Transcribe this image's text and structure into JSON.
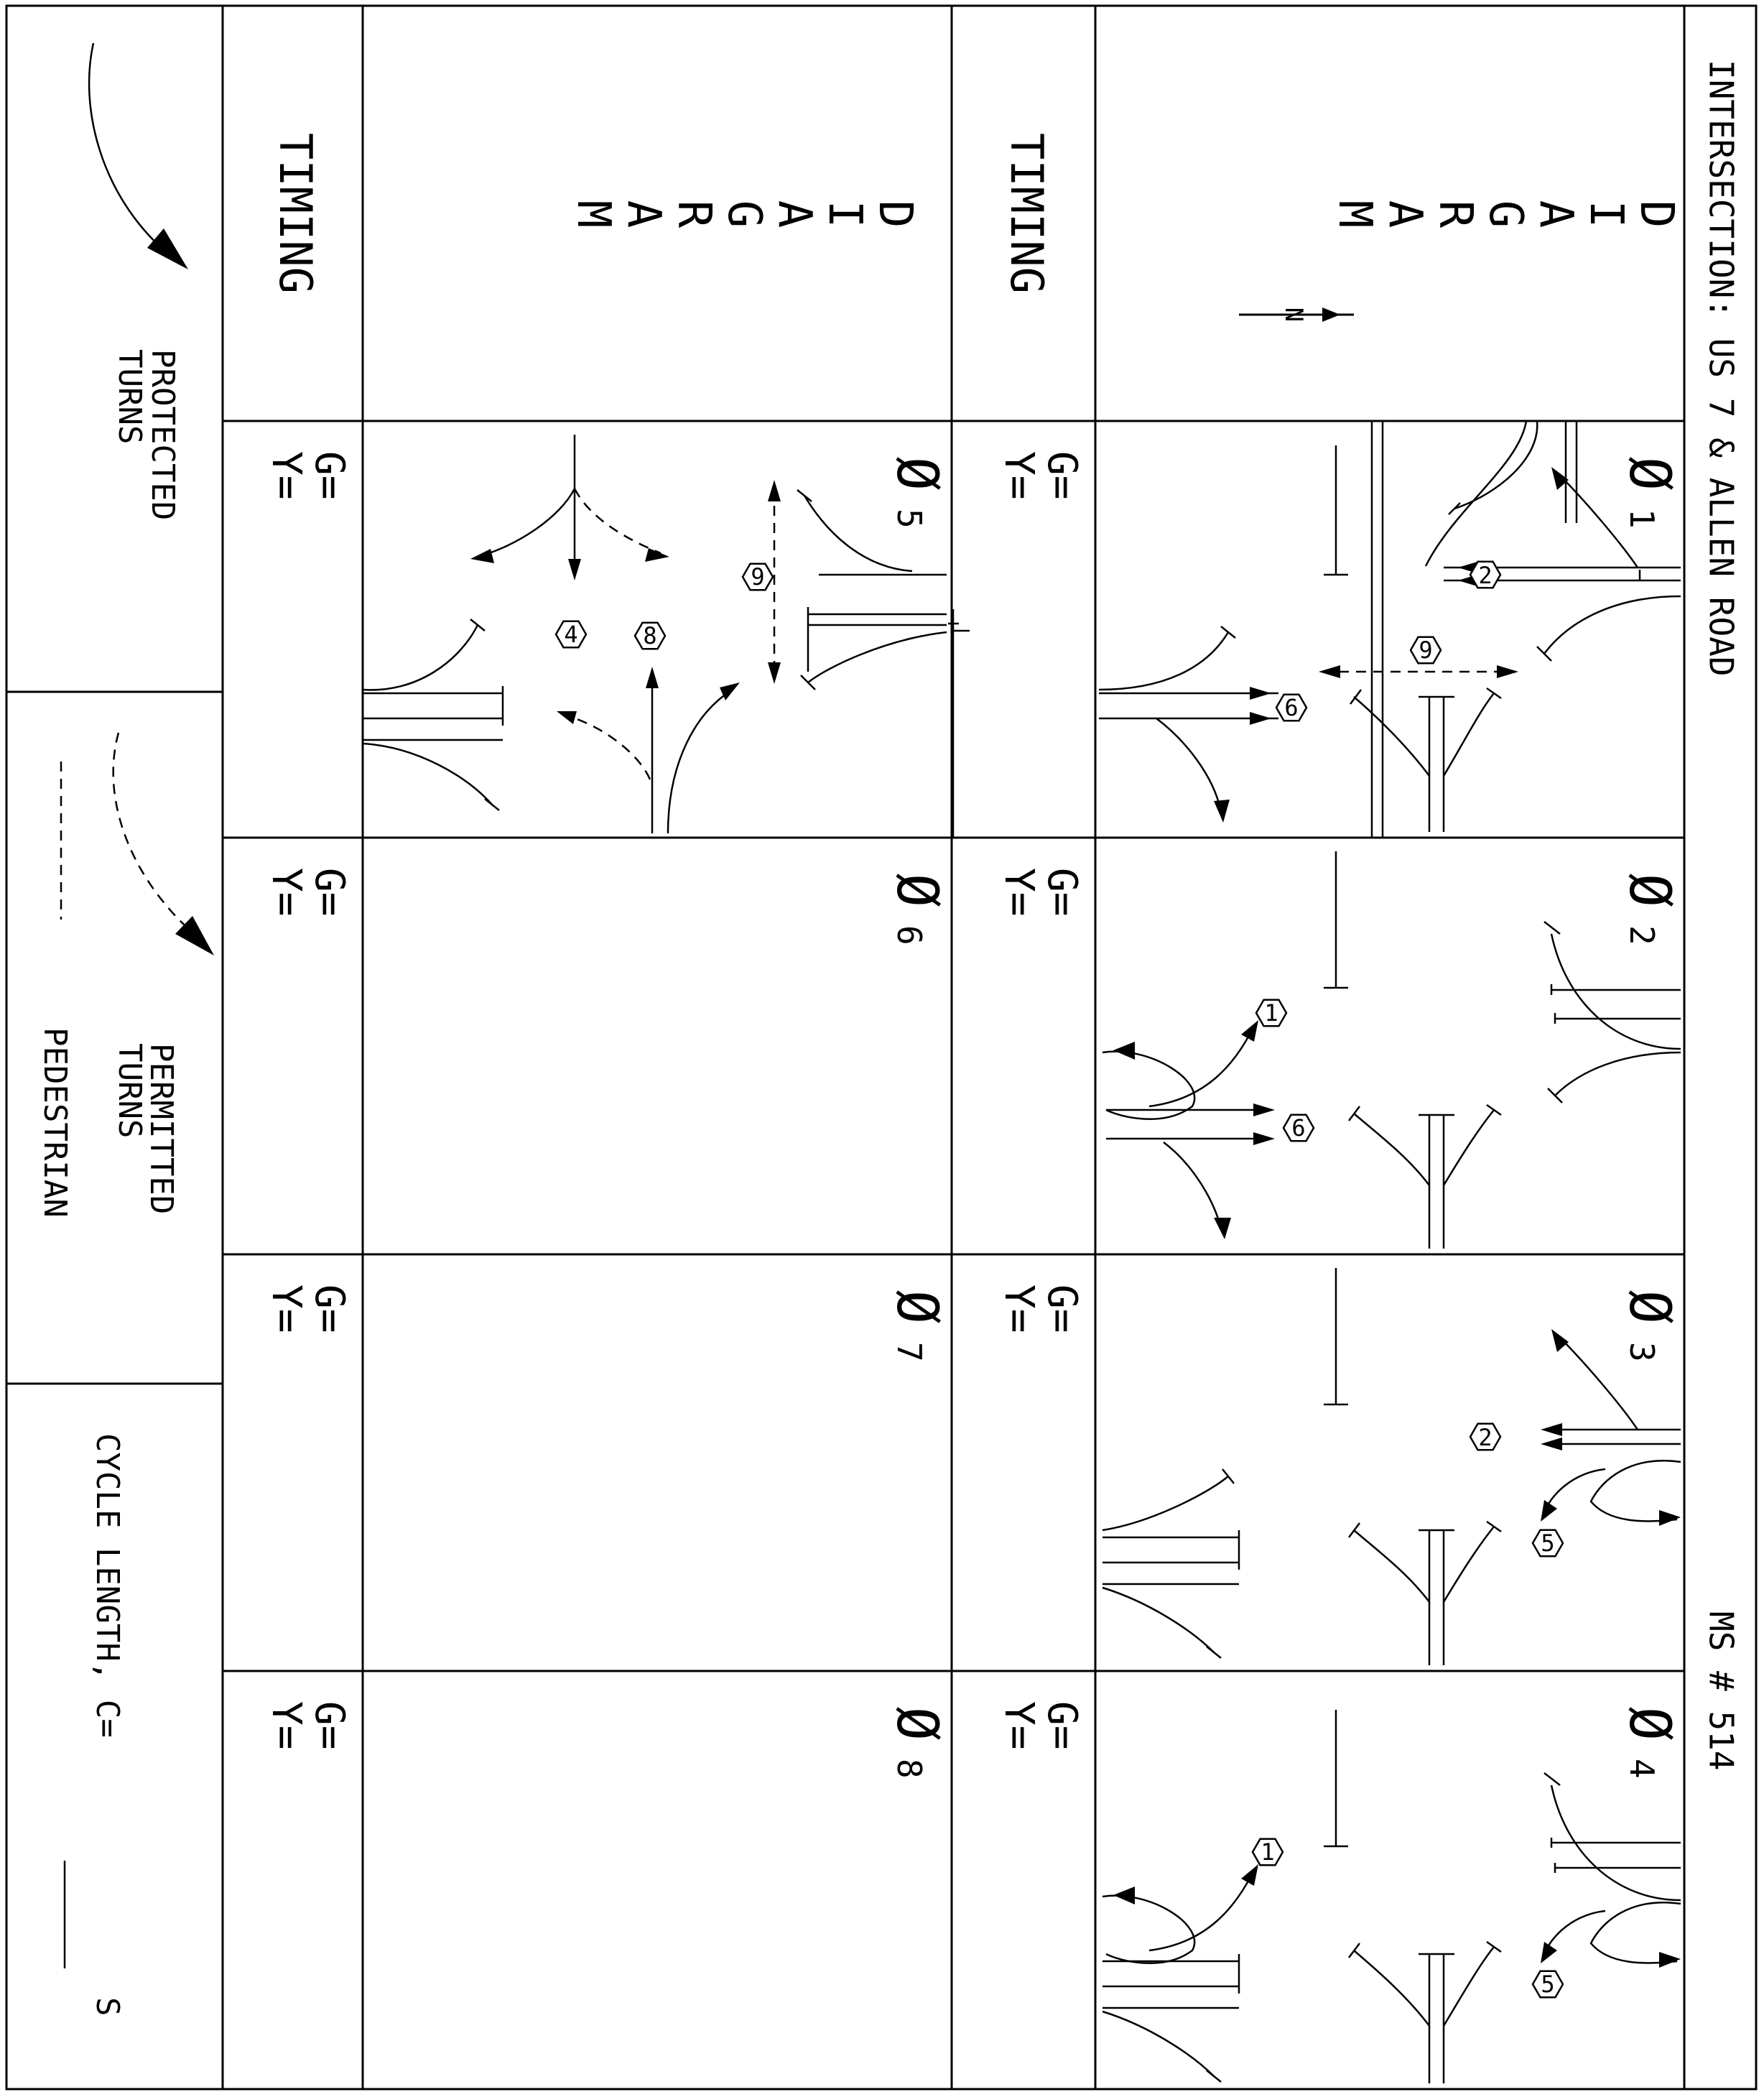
{
  "title": "INTERSECTION: US 7 & ALLEN ROAD",
  "ms_number": "MS # 514",
  "diagram_label_letters": [
    "D",
    "I",
    "A",
    "G",
    "R",
    "A",
    "M"
  ],
  "north_label": "N",
  "timing_label": "TIMING",
  "timing_fields": {
    "green": "G=",
    "yellow": "Y="
  },
  "phase_symbol": "Ø",
  "phases_row1": [
    "1",
    "2",
    "3",
    "4"
  ],
  "phases_row2": [
    "5",
    "6",
    "7",
    "8"
  ],
  "badge_numbers": {
    "b1": "1",
    "b2": "2",
    "b4": "4",
    "b5": "5",
    "b6": "6",
    "b8": "8",
    "b9": "9"
  },
  "legend": {
    "protected_line1": "PROTECTED",
    "protected_line2": "TURNS",
    "permitted_line1": "PERMITTED",
    "permitted_line2": "TURNS",
    "pedestrian": "PEDESTRIAN",
    "cycle_length": "CYCLE LENGTH, C=",
    "cycle_unit": "S"
  }
}
